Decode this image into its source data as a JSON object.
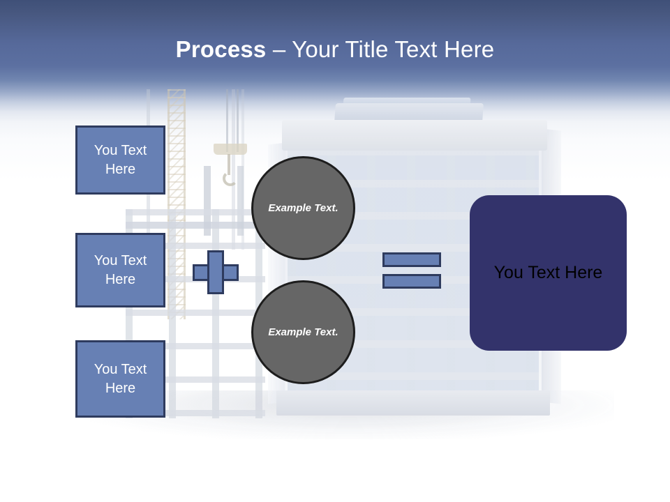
{
  "slide": {
    "title": {
      "bold_part": "Process",
      "rest": " – Your Title Text Here"
    },
    "colors": {
      "header_top": "#3f5078",
      "header_bottom": "#5c70a1",
      "accent_blue": "#6780b4",
      "accent_border": "#2e3b5e",
      "circle_gray": "#666666",
      "circle_border": "#1d1d1d",
      "result_navy": "#33336b",
      "title_text": "#ffffff",
      "box_text": "#ffffff",
      "result_text": "#000000"
    },
    "inputs": [
      {
        "label": "You Text Here"
      },
      {
        "label": "You Text Here"
      },
      {
        "label": "You Text Here"
      }
    ],
    "operators": {
      "plus": "plus-sign",
      "equals": "equals-sign"
    },
    "circles": [
      {
        "label": "Example Text."
      },
      {
        "label": "Example Text."
      }
    ],
    "result": {
      "label": "You Text Here"
    },
    "background": {
      "description": "faded construction site photo: tower crane, steel frame and office building under construction"
    }
  }
}
